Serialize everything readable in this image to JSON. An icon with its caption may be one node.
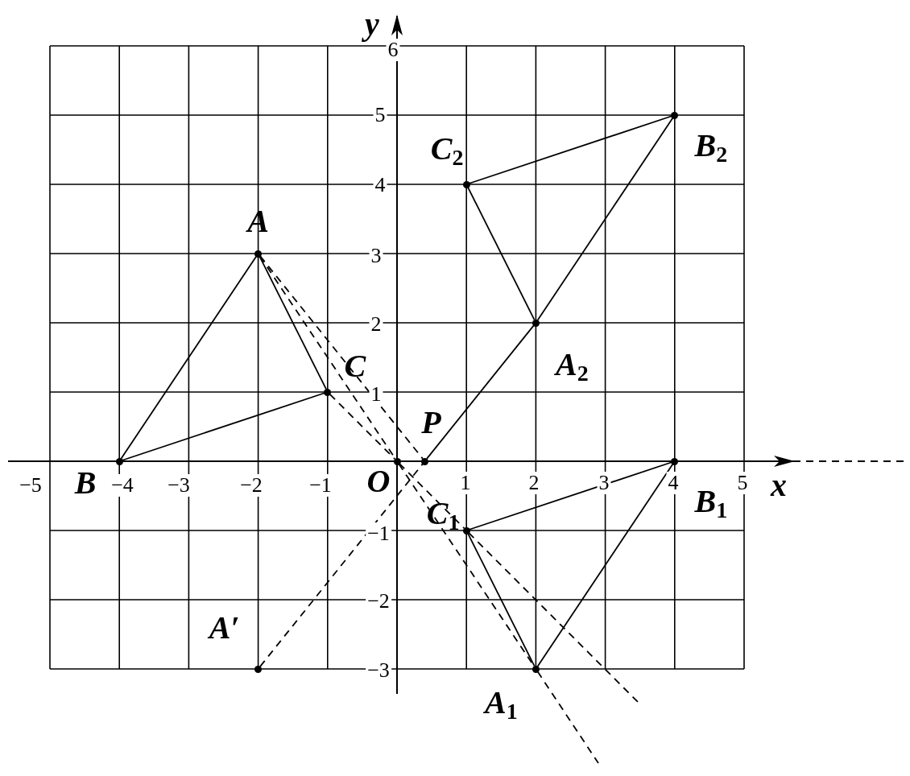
{
  "diagram": {
    "nodes": [
      {
        "text": [
          "A"
        ]
      },
      {
        "text": [
          "B"
        ]
      },
      {
        "text": [
          "C"
        ]
      },
      {
        "text": [
          "A$_{1}$"
        ]
      },
      {
        "text": [
          "B$_{1}$"
        ]
      },
      {
        "text": [
          "C$_{1}$"
        ]
      },
      {
        "text": [
          "A$_{2}$"
        ]
      },
      {
        "text": [
          "B$_{2}$"
        ]
      },
      {
        "text": [
          "C$_{2}$"
        ]
      },
      {
        "text": [
          "O"
        ]
      },
      {
        "text": [
          "P"
        ]
      },
      {
        "text": [
          "A′"
        ]
      }
    ],
    "edges": [
      {
        "from": 0,
        "to": 1,
        "arrow": "none"
      },
      {
        "from": 1,
        "to": 2,
        "arrow": "none"
      },
      {
        "from": 2,
        "to": 0,
        "arrow": "none"
      },
      {
        "from": 3,
        "to": 4,
        "arrow": "none"
      },
      {
        "from": 4,
        "to": 5,
        "arrow": "none"
      },
      {
        "from": 5,
        "to": 3,
        "arrow": "none"
      },
      {
        "from": 6,
        "to": 7,
        "arrow": "none"
      },
      {
        "from": 7,
        "to": 8,
        "arrow": "none"
      },
      {
        "from": 8,
        "to": 6,
        "arrow": "none"
      },
      {
        "from": 10,
        "to": 6,
        "arrow": "none"
      },
      {
        "from": 0,
        "to": 9,
        "arrow": "none",
        "style": "dashed"
      },
      {
        "from": 9,
        "to": 3,
        "arrow": "none",
        "style": "dashed"
      },
      {
        "from": 2,
        "to": 9,
        "arrow": "none",
        "style": "dashed"
      },
      {
        "from": 9,
        "to": 5,
        "arrow": "none",
        "style": "dashed"
      },
      {
        "from": 3,
        "to": null,
        "arrow": "none",
        "style": "dashed"
      },
      {
        "from": 5,
        "to": null,
        "arrow": "none",
        "style": "dashed"
      },
      {
        "from": 0,
        "to": 10,
        "arrow": "none",
        "style": "dashed"
      },
      {
        "from": 11,
        "to": 10,
        "arrow": "none",
        "style": "dashed"
      }
    ],
    "labels": [
      "y",
      "6",
      "5",
      "4",
      "3",
      "2",
      "1",
      "−5",
      "−4",
      "−3",
      "−2",
      "−1",
      "1",
      "2",
      "3",
      "4",
      "5",
      "x",
      "−1",
      "−2",
      "−3"
    ]
  }
}
